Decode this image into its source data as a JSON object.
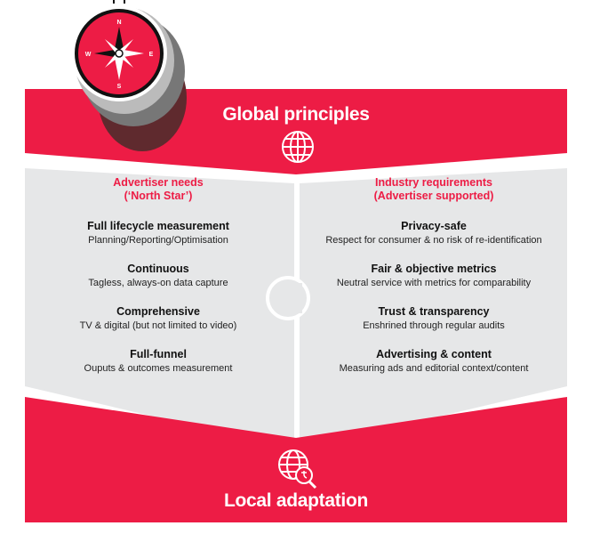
{
  "colors": {
    "accent": "#ED1C45",
    "panel": "#E6E7E8"
  },
  "top_band": {
    "title": "Global principles",
    "icon": "globe-icon"
  },
  "compass": {
    "icon": "compass-icon",
    "labels": {
      "n": "N",
      "e": "E",
      "s": "S",
      "w": "W"
    }
  },
  "left_panel": {
    "heading_line1": "Advertiser needs",
    "heading_line2": "(‘North Star’)",
    "items": [
      {
        "title": "Full lifecycle measurement",
        "desc": "Planning/Reporting/Optimisation"
      },
      {
        "title": "Continuous",
        "desc": "Tagless, always-on data capture"
      },
      {
        "title": "Comprehensive",
        "desc": "TV & digital (but not limited to video)"
      },
      {
        "title": "Full-funnel",
        "desc": "Ouputs & outcomes measurement"
      }
    ]
  },
  "right_panel": {
    "heading_line1": "Industry requirements",
    "heading_line2": "(Advertiser supported)",
    "items": [
      {
        "title": "Privacy-safe",
        "desc": "Respect for consumer & no risk of re-identification"
      },
      {
        "title": "Fair & objective metrics",
        "desc": "Neutral service with metrics for comparability"
      },
      {
        "title": "Trust & transparency",
        "desc": "Enshrined through regular audits"
      },
      {
        "title": "Advertising & content",
        "desc": "Measuring ads and editorial context/content"
      }
    ]
  },
  "bottom_band": {
    "title": "Local adaptation",
    "icon": "globe-search-icon"
  }
}
